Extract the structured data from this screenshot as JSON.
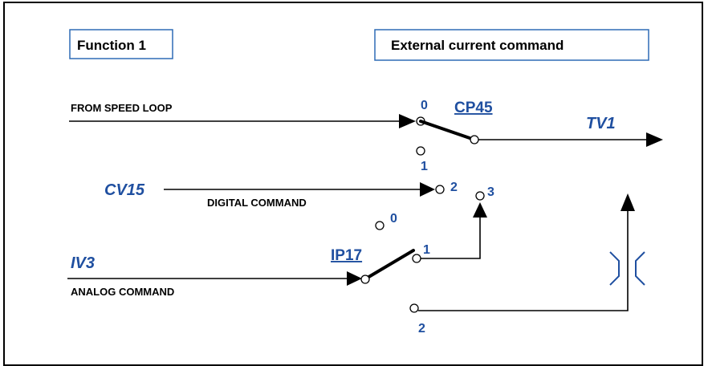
{
  "function_label": "Function 1",
  "title": "External current command",
  "switch_cp45": {
    "param": "CP45",
    "pos0": "0",
    "pos1": "1",
    "pos2": "2",
    "pos3": "3"
  },
  "switch_ip17": {
    "param": "IP17",
    "pos0": "0",
    "pos1": "1",
    "pos2": "2"
  },
  "output_label": "TV1",
  "inputs": {
    "speed_loop": "FROM SPEED LOOP",
    "cv15": "CV15",
    "digital": "DIGITAL COMMAND",
    "iv3": "IV3",
    "analog": "ANALOG COMMAND"
  }
}
